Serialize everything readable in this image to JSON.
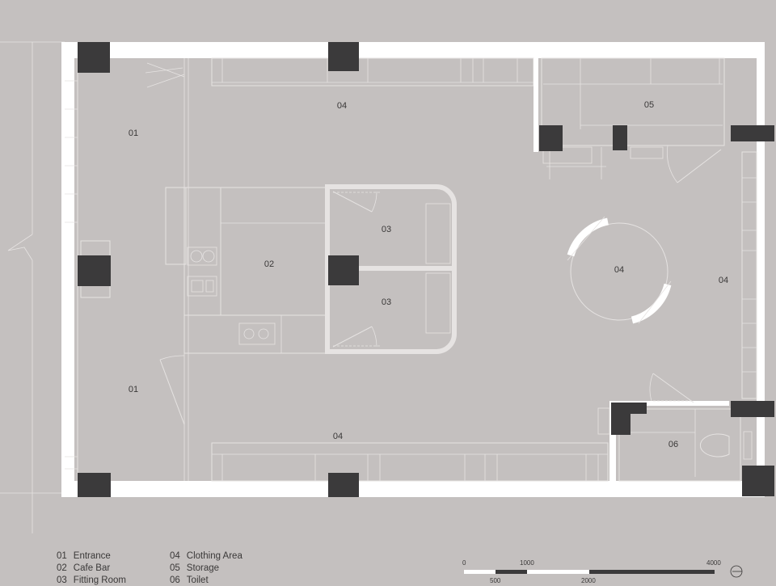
{
  "room_labels": {
    "entrance_top": "01",
    "entrance_bottom": "01",
    "cafe_bar": "02",
    "fitting_room_top": "03",
    "fitting_room_bottom": "03",
    "clothing_top": "04",
    "clothing_center": "04",
    "clothing_right": "04",
    "clothing_bottom": "04",
    "storage": "05",
    "toilet": "06"
  },
  "legend": [
    {
      "num": "01",
      "name": "Entrance"
    },
    {
      "num": "02",
      "name": "Cafe Bar"
    },
    {
      "num": "03",
      "name": "Fitting Room"
    },
    {
      "num": "04",
      "name": "Clothing Area"
    },
    {
      "num": "05",
      "name": "Storage"
    },
    {
      "num": "06",
      "name": "Toilet"
    }
  ],
  "scale_bar": {
    "top_labels": [
      "0",
      "1000",
      "4000"
    ],
    "bottom_labels": [
      "500",
      "2000"
    ]
  },
  "colors": {
    "background": "#c4c0bf",
    "wall": "#ffffff",
    "column": "#3b3a3b",
    "line": "#e6e3e2"
  }
}
